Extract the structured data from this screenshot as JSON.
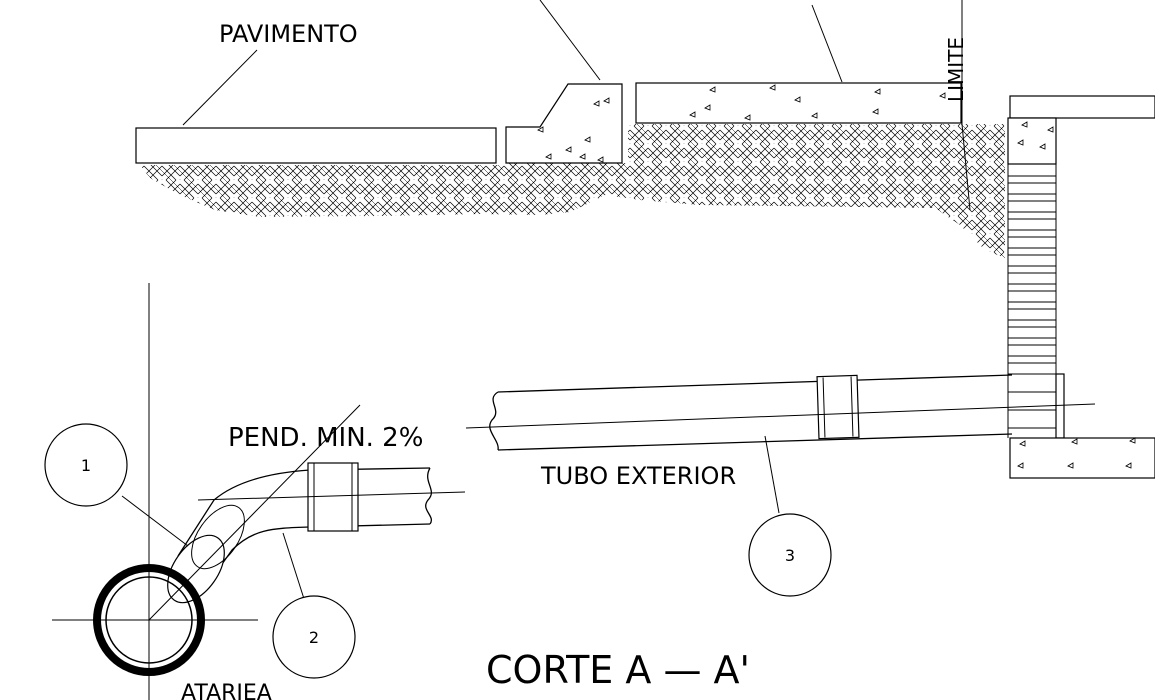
{
  "labels": {
    "pavimento": "PAVIMENTO",
    "limite": "LIMITE",
    "pendiente": "PEND. MIN. 2%",
    "tubo_exterior": "TUBO EXTERIOR",
    "atarjea": "ATARJEA",
    "title": "CORTE A — A'"
  },
  "callouts": [
    "1",
    "2",
    "3"
  ]
}
